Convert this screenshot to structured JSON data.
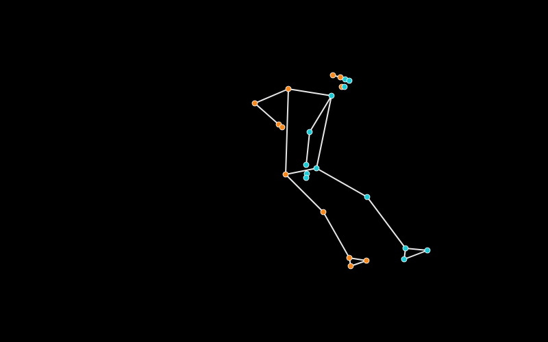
{
  "scene": {
    "background_color": "#000000",
    "bone_color": "#e8e8e8",
    "side_colors": {
      "left": "#f5891f",
      "right": "#1ec9d6"
    }
  },
  "skeleton": {
    "joint_count": 20,
    "bone_count": 20,
    "sides_shown": [
      "left",
      "right"
    ]
  }
}
